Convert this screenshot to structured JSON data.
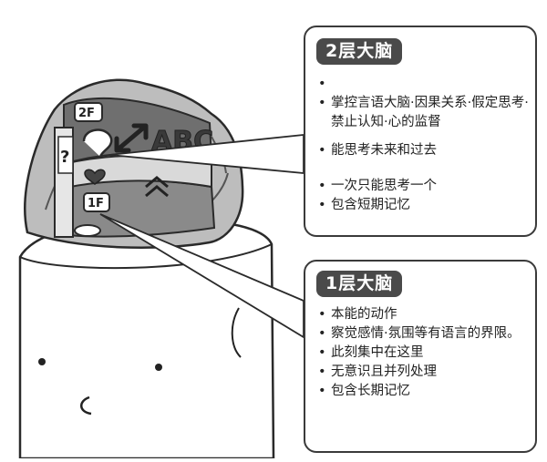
{
  "upper_panel": {
    "title": "2层大脑",
    "items": [
      "",
      "掌控言语大脑·因果关系·假定思考·禁止认知·心的监督",
      "能思考未来和过去",
      "一次只能思考一个",
      "包含短期记忆"
    ]
  },
  "lower_panel": {
    "title": "1层大脑",
    "items": [
      "本能的动作",
      "察觉感情·氛围等有语言的界限。",
      "此刻集中在这里",
      "无意识且并列处理",
      "包含长期记忆"
    ]
  },
  "illustration": {
    "floor_label_upper": "2F",
    "floor_label_lower": "1F",
    "letters": "ABC",
    "question_mark": "?"
  }
}
